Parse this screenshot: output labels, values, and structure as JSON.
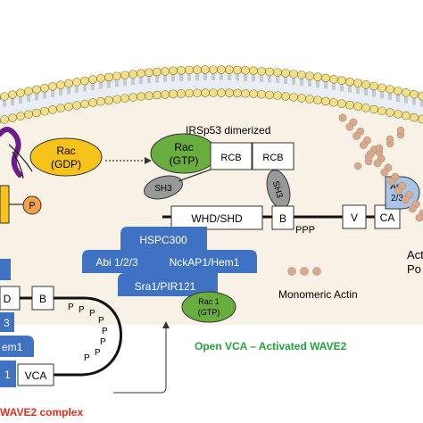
{
  "labels": {
    "irsp53_dimerized": "IRSp53 dimerized",
    "rac_gdp_1": "Rac",
    "rac_gdp_2": "(GDP)",
    "rac_gtp_1": "Rac",
    "rac_gtp_2": "(GTP)",
    "rcb_left": "RCB",
    "rcb_right": "RCB",
    "sh3_left": "SH3",
    "sh3_right": "SH3",
    "phospho": "P",
    "arp_1": "Arp",
    "arp_2": "2/3",
    "whd_shd": "WHD/SHD",
    "basic": "B",
    "ppp": "PPP",
    "v": "V",
    "ca": "CA",
    "hspc300": "HSPC300",
    "abi": "Abi 1/2/3",
    "nckap1": "NckAP1/Hem1",
    "sra1": "Sra1/PIR121",
    "rac1_1": "Rac 1",
    "rac1_2": "(GTP)",
    "monomeric_actin": "Monomeric Actin",
    "act_1": "Act",
    "act_2": "Po",
    "left_d": "D",
    "left_b": "B",
    "left_3": "3",
    "left_em1": "em1",
    "left_1": "1",
    "vca": "VCA",
    "poly_p": [
      "P",
      "P",
      "P",
      "P",
      "P",
      "P",
      "P",
      "P"
    ],
    "open_vca": "Open VCA – Activated WAVE2",
    "wave2_complex": "WAVE2 complex"
  },
  "colors": {
    "membrane_head": "#f3df86",
    "membrane_bg": "#e8eef3",
    "cytoplasm": "#f8f1e6",
    "rac_gdp": "#f7c21a",
    "rac_gtp": "#6aad3f",
    "sh3": "#999999",
    "complex_blue": "#3f72c2",
    "actin": "#d7a98f",
    "phospho": "#f4a048",
    "arp": "#a8c5e6",
    "purple": "#6a1c8a",
    "green_text": "#22a33a",
    "red_text": "#e0301e"
  }
}
